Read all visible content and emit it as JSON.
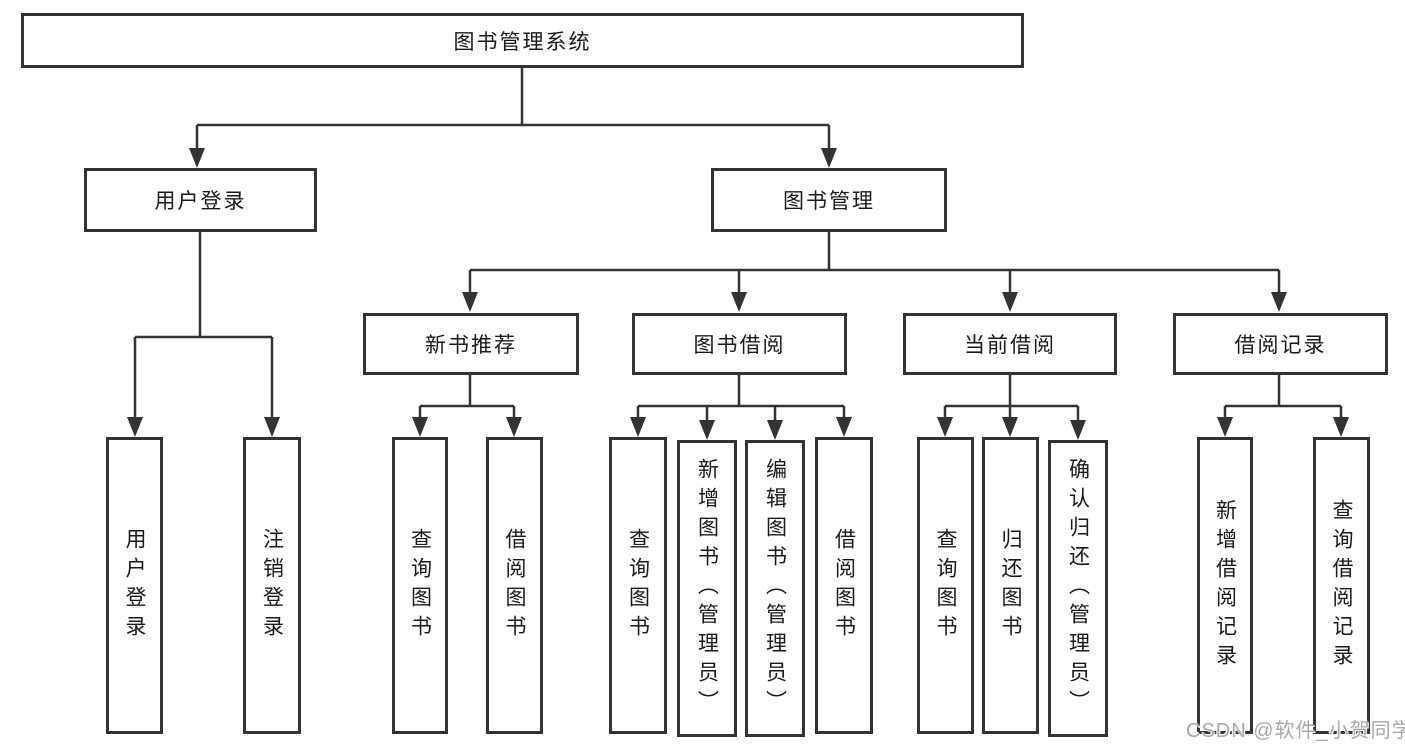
{
  "colors": {
    "background": "#ffffff",
    "line": "#333333",
    "box_border": "#333333",
    "box_fill": "#ffffff",
    "text": "#1a1a1a",
    "watermark": "#a9a9a9"
  },
  "tree": {
    "root": {
      "label": "图书管理系统"
    },
    "branches": [
      {
        "label": "用户登录",
        "children": [
          {
            "label": "用户登录"
          },
          {
            "label": "注销登录"
          }
        ]
      },
      {
        "label": "图书管理",
        "children": [
          {
            "label": "新书推荐",
            "children": [
              {
                "label": "查询图书"
              },
              {
                "label": "借阅图书"
              }
            ]
          },
          {
            "label": "图书借阅",
            "children": [
              {
                "label": "查询图书"
              },
              {
                "label": "新增图书（管理员）"
              },
              {
                "label": "编辑图书（管理员）"
              },
              {
                "label": "借阅图书"
              }
            ]
          },
          {
            "label": "当前借阅",
            "children": [
              {
                "label": "查询图书"
              },
              {
                "label": "归还图书"
              },
              {
                "label": "确认归还（管理员）"
              }
            ]
          },
          {
            "label": "借阅记录",
            "children": [
              {
                "label": "新增借阅记录"
              },
              {
                "label": "查询借阅记录"
              }
            ]
          }
        ]
      }
    ]
  },
  "watermark": {
    "text": "CSDN @软件_小贺同学"
  }
}
